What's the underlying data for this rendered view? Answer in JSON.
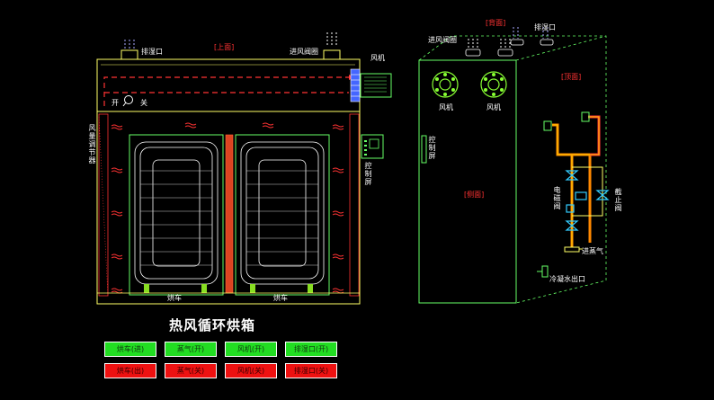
{
  "labels": {
    "exhaust_top": "排湿口",
    "top_view": "[上面]",
    "inlet_valve": "进风阀圈",
    "fan": "风机",
    "switch_on": "开",
    "switch_off": "关",
    "damper": "风量调节器",
    "control_screen": "控制屏",
    "cart_left": "烘车",
    "cart_right": "烘车",
    "back_view": "[背面]",
    "exhaust_right": "排湿口",
    "inlet_valve_right": "进风阀圈",
    "top_right": "[顶面]",
    "fan_left": "风机",
    "fan_right": "风机",
    "control_screen_right": "控制屏",
    "side_view": "[侧面]",
    "solenoid_valve": "电磁阀",
    "stop_valve": "截止阀",
    "steam_inlet": "进蒸气",
    "condensate_outlet": "冷凝水出口"
  },
  "title": "热风循环烘箱",
  "buttons_on": [
    "烘车(进)",
    "蒸气(开)",
    "风机(开)",
    "排湿口(开)"
  ],
  "buttons_off": [
    "烘车(出)",
    "蒸气(关)",
    "风机(关)",
    "排湿口(关)"
  ],
  "colors": {
    "outline": "#ffff66",
    "frame_green": "#66ff66",
    "heater_red": "#ff3333",
    "fan_green": "#88ff33",
    "steam_orange": "#ff8800",
    "valve_cyan": "#33ccff",
    "button_on": "#22dd22",
    "button_off": "#ee1111"
  }
}
